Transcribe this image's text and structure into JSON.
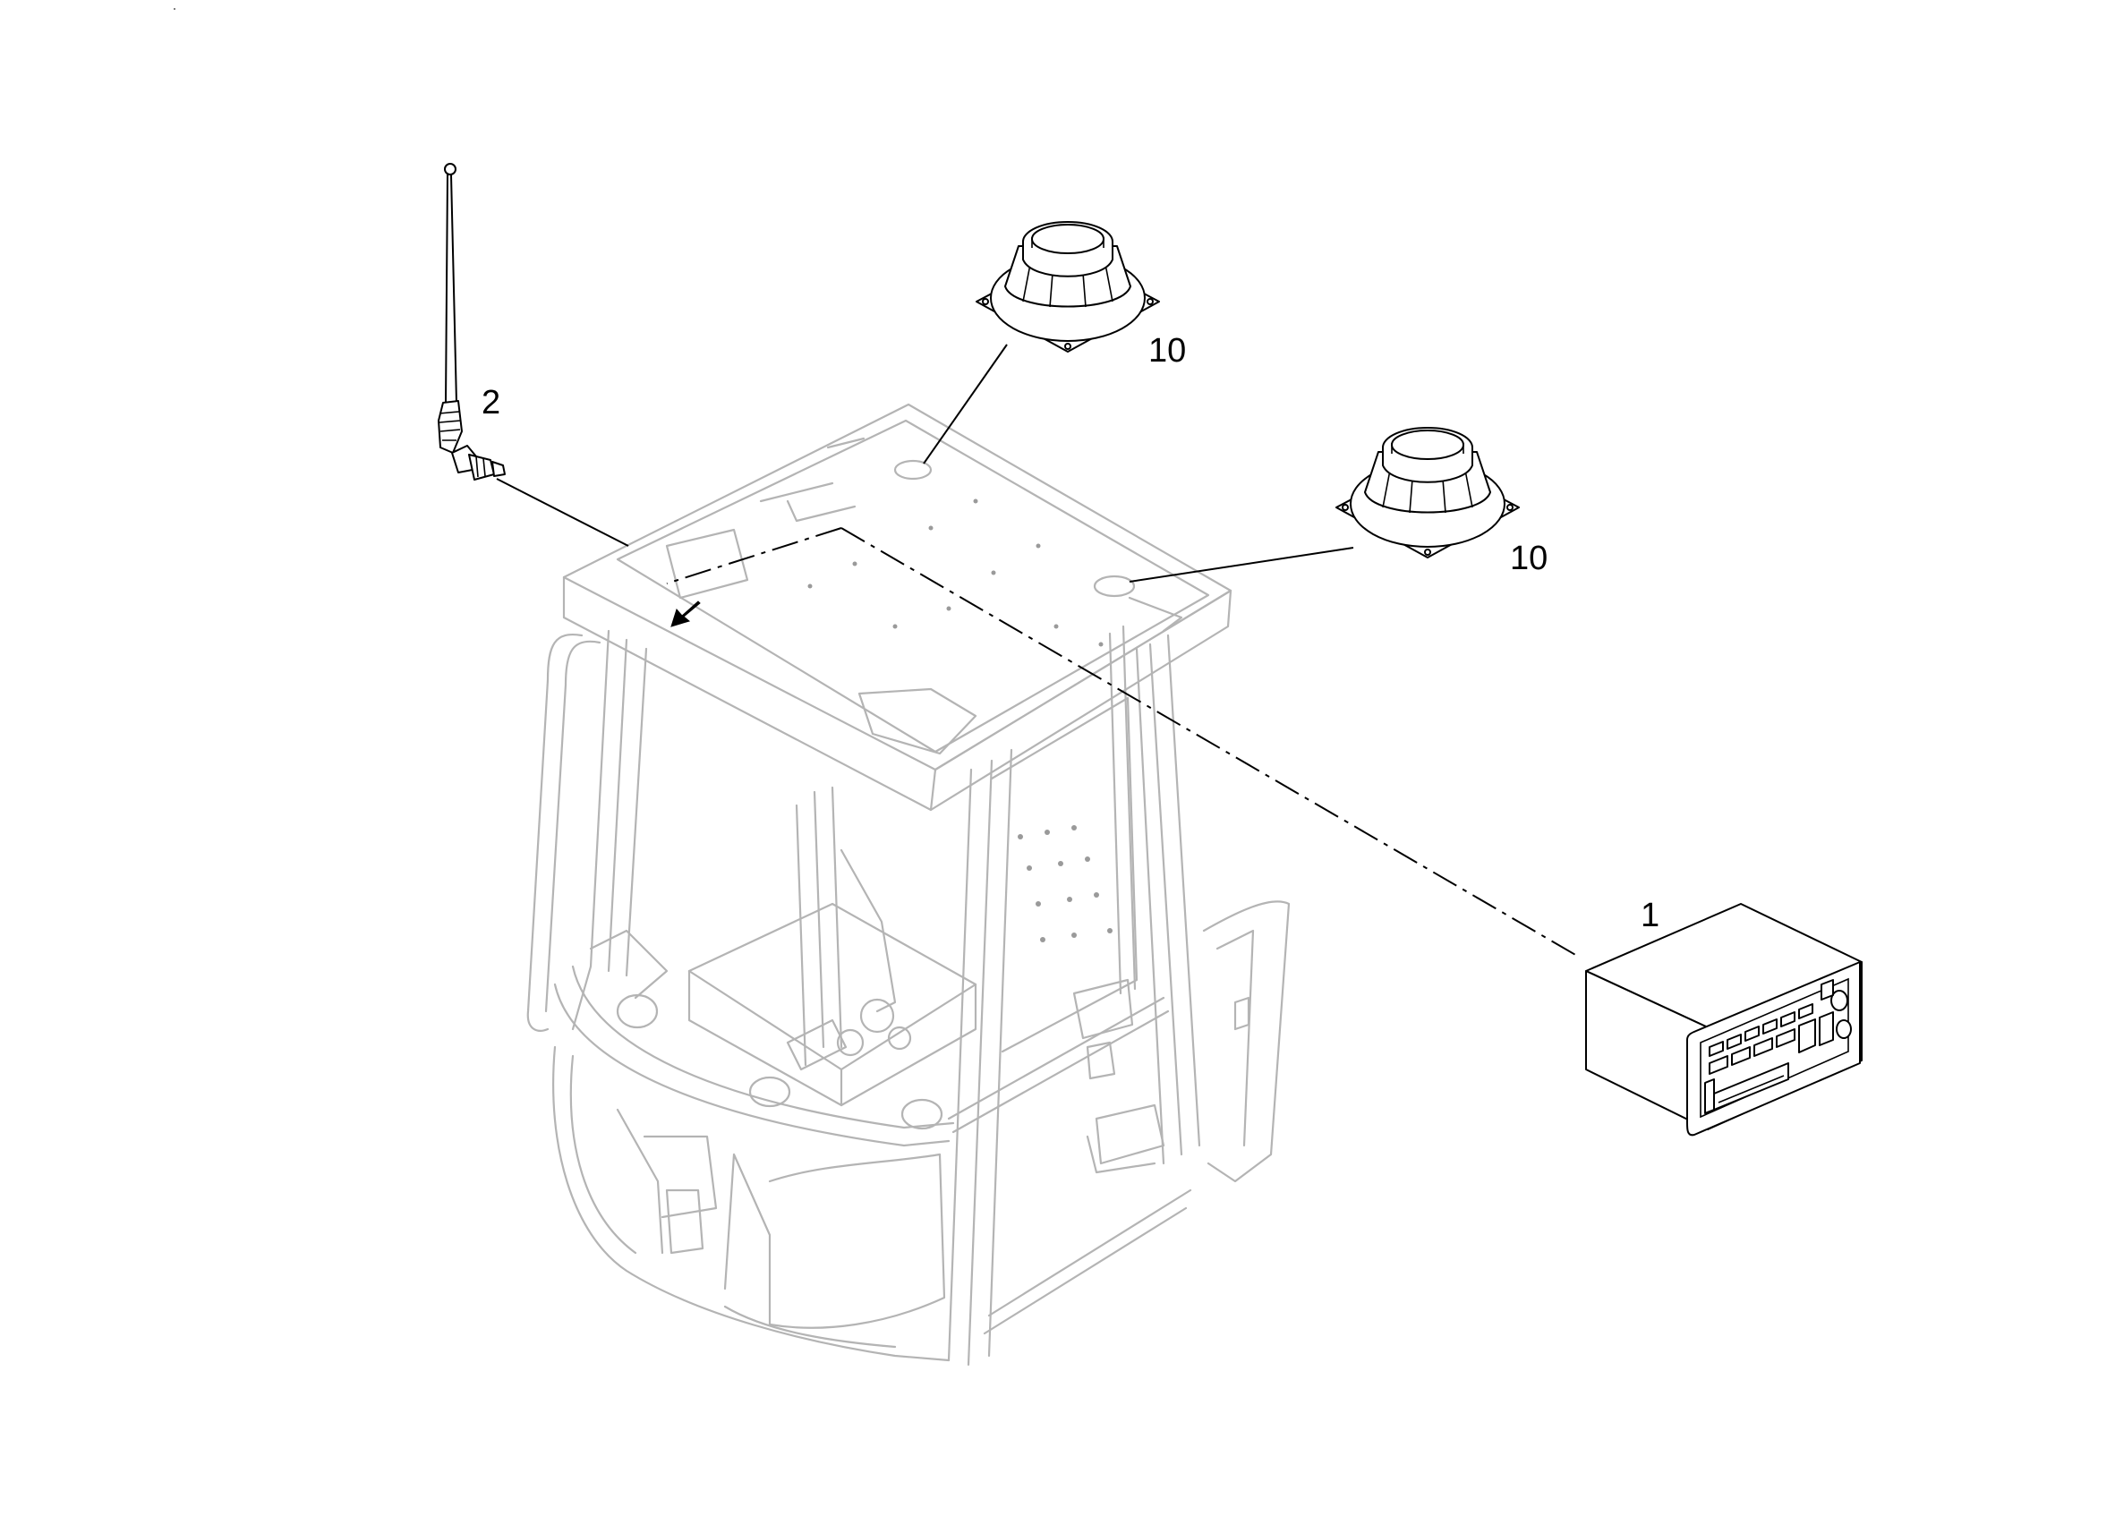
{
  "diagram": {
    "callouts": {
      "radio": "1",
      "antenna": "2",
      "speaker_rear": "10",
      "speaker_front": "10"
    }
  }
}
